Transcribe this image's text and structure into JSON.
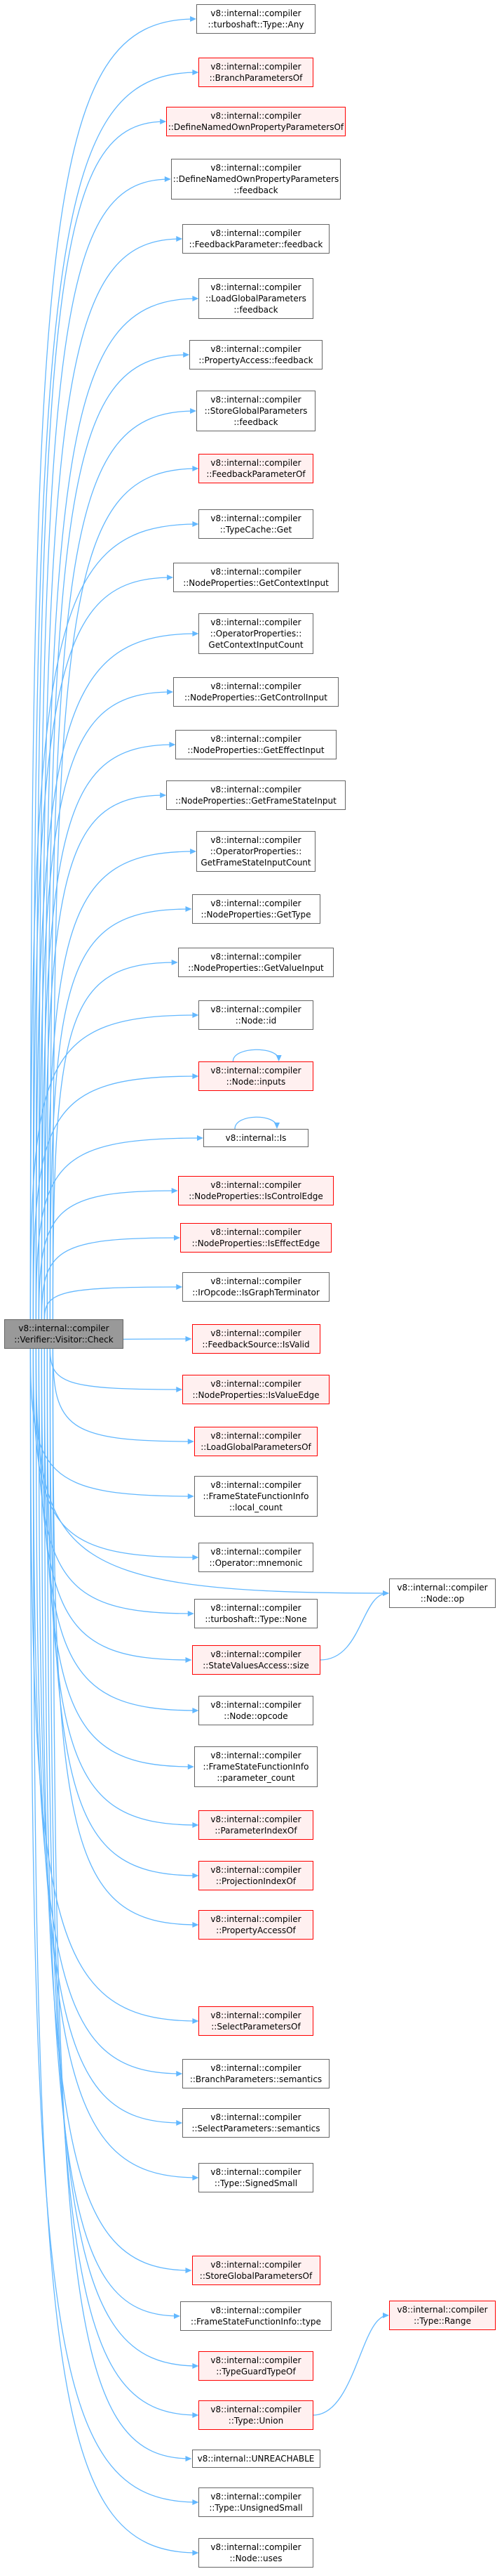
{
  "graph": {
    "root": "v8::internal::compiler\n::Verifier::Visitor::Check",
    "nodes": [
      {
        "id": "n_any",
        "label": "v8::internal::compiler\n::turboshaft::Type::Any",
        "undocumented": false
      },
      {
        "id": "n_branchparams",
        "label": "v8::internal::compiler\n::BranchParametersOf",
        "undocumented": true
      },
      {
        "id": "n_definenamedof",
        "label": "v8::internal::compiler\n::DefineNamedOwnPropertyParametersOf",
        "undocumented": true
      },
      {
        "id": "n_definenamedfb",
        "label": "v8::internal::compiler\n::DefineNamedOwnPropertyParameters\n::feedback",
        "undocumented": false
      },
      {
        "id": "n_fbparamfb",
        "label": "v8::internal::compiler\n::FeedbackParameter::feedback",
        "undocumented": false
      },
      {
        "id": "n_loadglobalfb",
        "label": "v8::internal::compiler\n::LoadGlobalParameters\n::feedback",
        "undocumented": false
      },
      {
        "id": "n_propaccessfb",
        "label": "v8::internal::compiler\n::PropertyAccess::feedback",
        "undocumented": false
      },
      {
        "id": "n_storeglobalfb",
        "label": "v8::internal::compiler\n::StoreGlobalParameters\n::feedback",
        "undocumented": false
      },
      {
        "id": "n_fbparamof",
        "label": "v8::internal::compiler\n::FeedbackParameterOf",
        "undocumented": true
      },
      {
        "id": "n_typecacheget",
        "label": "v8::internal::compiler\n::TypeCache::Get",
        "undocumented": false
      },
      {
        "id": "n_getcontextinput",
        "label": "v8::internal::compiler\n::NodeProperties::GetContextInput",
        "undocumented": false
      },
      {
        "id": "n_getcontextcount",
        "label": "v8::internal::compiler\n::OperatorProperties::\nGetContextInputCount",
        "undocumented": false
      },
      {
        "id": "n_getcontrolinput",
        "label": "v8::internal::compiler\n::NodeProperties::GetControlInput",
        "undocumented": false
      },
      {
        "id": "n_geteffectinput",
        "label": "v8::internal::compiler\n::NodeProperties::GetEffectInput",
        "undocumented": false
      },
      {
        "id": "n_getframestate",
        "label": "v8::internal::compiler\n::NodeProperties::GetFrameStateInput",
        "undocumented": false
      },
      {
        "id": "n_getframestatecount",
        "label": "v8::internal::compiler\n::OperatorProperties::\nGetFrameStateInputCount",
        "undocumented": false
      },
      {
        "id": "n_gettype",
        "label": "v8::internal::compiler\n::NodeProperties::GetType",
        "undocumented": false
      },
      {
        "id": "n_getvalueinput",
        "label": "v8::internal::compiler\n::NodeProperties::GetValueInput",
        "undocumented": false
      },
      {
        "id": "n_nodeid",
        "label": "v8::internal::compiler\n::Node::id",
        "undocumented": false
      },
      {
        "id": "n_nodeinputs",
        "label": "v8::internal::compiler\n::Node::inputs",
        "undocumented": true
      },
      {
        "id": "n_is",
        "label": "v8::internal::Is",
        "undocumented": false
      },
      {
        "id": "n_iscontroledge",
        "label": "v8::internal::compiler\n::NodeProperties::IsControlEdge",
        "undocumented": true
      },
      {
        "id": "n_iseffectedge",
        "label": "v8::internal::compiler\n::NodeProperties::IsEffectEdge",
        "undocumented": true
      },
      {
        "id": "n_isgraphterm",
        "label": "v8::internal::compiler\n::IrOpcode::IsGraphTerminator",
        "undocumented": false
      },
      {
        "id": "n_fbsourcevalid",
        "label": "v8::internal::compiler\n::FeedbackSource::IsValid",
        "undocumented": true
      },
      {
        "id": "n_isvalueedge",
        "label": "v8::internal::compiler\n::NodeProperties::IsValueEdge",
        "undocumented": true
      },
      {
        "id": "n_loadglobalof",
        "label": "v8::internal::compiler\n::LoadGlobalParametersOf",
        "undocumented": true
      },
      {
        "id": "n_localcount",
        "label": "v8::internal::compiler\n::FrameStateFunctionInfo\n::local_count",
        "undocumented": false
      },
      {
        "id": "n_mnemonic",
        "label": "v8::internal::compiler\n::Operator::mnemonic",
        "undocumented": false
      },
      {
        "id": "n_typenone",
        "label": "v8::internal::compiler\n::turboshaft::Type::None",
        "undocumented": false
      },
      {
        "id": "n_svasize",
        "label": "v8::internal::compiler\n::StateValuesAccess::size",
        "undocumented": true
      },
      {
        "id": "n_opcode",
        "label": "v8::internal::compiler\n::Node::opcode",
        "undocumented": false
      },
      {
        "id": "n_paramcount",
        "label": "v8::internal::compiler\n::FrameStateFunctionInfo\n::parameter_count",
        "undocumented": false
      },
      {
        "id": "n_paramindexof",
        "label": "v8::internal::compiler\n::ParameterIndexOf",
        "undocumented": true
      },
      {
        "id": "n_projindexof",
        "label": "v8::internal::compiler\n::ProjectionIndexOf",
        "undocumented": true
      },
      {
        "id": "n_propaccessof",
        "label": "v8::internal::compiler\n::PropertyAccessOf",
        "undocumented": true
      },
      {
        "id": "n_selectparamsof",
        "label": "v8::internal::compiler\n::SelectParametersOf",
        "undocumented": true
      },
      {
        "id": "n_branchsem",
        "label": "v8::internal::compiler\n::BranchParameters::semantics",
        "undocumented": false
      },
      {
        "id": "n_selectsem",
        "label": "v8::internal::compiler\n::SelectParameters::semantics",
        "undocumented": false
      },
      {
        "id": "n_signedsmall",
        "label": "v8::internal::compiler\n::Type::SignedSmall",
        "undocumented": false
      },
      {
        "id": "n_storeglobalof",
        "label": "v8::internal::compiler\n::StoreGlobalParametersOf",
        "undocumented": true
      },
      {
        "id": "n_fsfitype",
        "label": "v8::internal::compiler\n::FrameStateFunctionInfo::type",
        "undocumented": false
      },
      {
        "id": "n_typeguardof",
        "label": "v8::internal::compiler\n::TypeGuardTypeOf",
        "undocumented": true
      },
      {
        "id": "n_typeunion",
        "label": "v8::internal::compiler\n::Type::Union",
        "undocumented": true
      },
      {
        "id": "n_unreachable",
        "label": "v8::internal::UNREACHABLE",
        "undocumented": false
      },
      {
        "id": "n_unsignedsmall",
        "label": "v8::internal::compiler\n::Type::UnsignedSmall",
        "undocumented": false
      },
      {
        "id": "n_nodeuses",
        "label": "v8::internal::compiler\n::Node::uses",
        "undocumented": false
      },
      {
        "id": "n_nodeop",
        "label": "v8::internal::compiler\n::Node::op",
        "undocumented": false
      },
      {
        "id": "n_typerange",
        "label": "v8::internal::compiler\n::Type::Range",
        "undocumented": true
      }
    ],
    "edges": [
      [
        "root",
        "n_any"
      ],
      [
        "root",
        "n_branchparams"
      ],
      [
        "root",
        "n_definenamedof"
      ],
      [
        "root",
        "n_definenamedfb"
      ],
      [
        "root",
        "n_fbparamfb"
      ],
      [
        "root",
        "n_loadglobalfb"
      ],
      [
        "root",
        "n_propaccessfb"
      ],
      [
        "root",
        "n_storeglobalfb"
      ],
      [
        "root",
        "n_fbparamof"
      ],
      [
        "root",
        "n_typecacheget"
      ],
      [
        "root",
        "n_getcontextinput"
      ],
      [
        "root",
        "n_getcontextcount"
      ],
      [
        "root",
        "n_getcontrolinput"
      ],
      [
        "root",
        "n_geteffectinput"
      ],
      [
        "root",
        "n_getframestate"
      ],
      [
        "root",
        "n_getframestatecount"
      ],
      [
        "root",
        "n_gettype"
      ],
      [
        "root",
        "n_getvalueinput"
      ],
      [
        "root",
        "n_nodeid"
      ],
      [
        "root",
        "n_nodeinputs"
      ],
      [
        "root",
        "n_is"
      ],
      [
        "root",
        "n_iscontroledge"
      ],
      [
        "root",
        "n_iseffectedge"
      ],
      [
        "root",
        "n_isgraphterm"
      ],
      [
        "root",
        "n_fbsourcevalid"
      ],
      [
        "root",
        "n_isvalueedge"
      ],
      [
        "root",
        "n_loadglobalof"
      ],
      [
        "root",
        "n_localcount"
      ],
      [
        "root",
        "n_mnemonic"
      ],
      [
        "root",
        "n_typenone"
      ],
      [
        "root",
        "n_svasize"
      ],
      [
        "root",
        "n_opcode"
      ],
      [
        "root",
        "n_paramcount"
      ],
      [
        "root",
        "n_paramindexof"
      ],
      [
        "root",
        "n_projindexof"
      ],
      [
        "root",
        "n_propaccessof"
      ],
      [
        "root",
        "n_selectparamsof"
      ],
      [
        "root",
        "n_branchsem"
      ],
      [
        "root",
        "n_selectsem"
      ],
      [
        "root",
        "n_signedsmall"
      ],
      [
        "root",
        "n_storeglobalof"
      ],
      [
        "root",
        "n_fsfitype"
      ],
      [
        "root",
        "n_typeguardof"
      ],
      [
        "root",
        "n_typeunion"
      ],
      [
        "root",
        "n_unreachable"
      ],
      [
        "root",
        "n_unsignedsmall"
      ],
      [
        "root",
        "n_nodeuses"
      ],
      [
        "root",
        "n_nodeop"
      ],
      [
        "n_svasize",
        "n_nodeop"
      ],
      [
        "n_typeunion",
        "n_typerange"
      ],
      [
        "n_nodeinputs",
        "n_nodeinputs"
      ],
      [
        "n_is",
        "n_is"
      ]
    ]
  }
}
